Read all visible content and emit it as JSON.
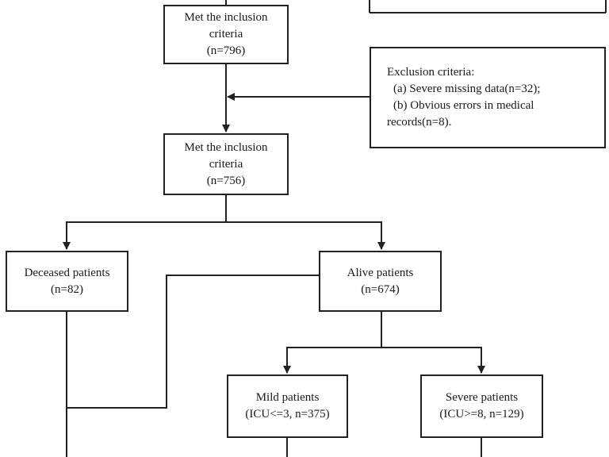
{
  "boxes": {
    "inclusion1": {
      "line1": "Met the inclusion",
      "line2": "criteria",
      "line3": "(n=796)"
    },
    "exclusion": {
      "line1": "Exclusion criteria:",
      "line2": "(a) Severe missing data(n=32);",
      "line3": "(b) Obvious errors in medical",
      "line4": "records(n=8)."
    },
    "inclusion2": {
      "line1": "Met the inclusion",
      "line2": "criteria",
      "line3": "(n=756)"
    },
    "deceased": {
      "line1": "Deceased patients",
      "line2": "(n=82)"
    },
    "alive": {
      "line1": "Alive patients",
      "line2": "(n=674)"
    },
    "mild": {
      "line1": "Mild patients",
      "line2": "(ICU<=3, n=375)"
    },
    "severe": {
      "line1": "Severe patients",
      "line2": "(ICU>=8, n=129)"
    }
  }
}
